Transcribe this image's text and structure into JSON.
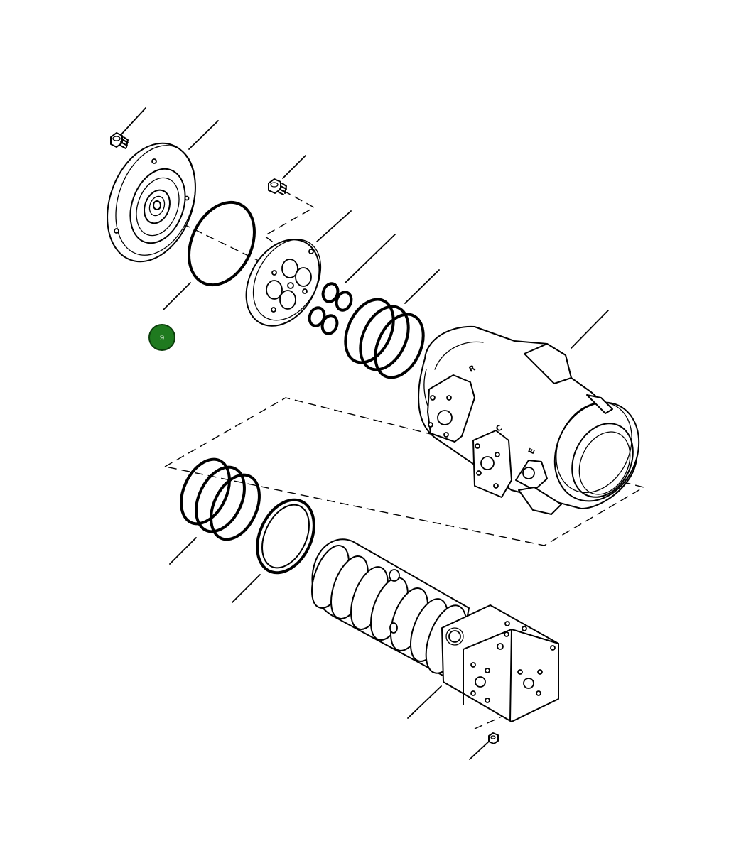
{
  "diagram": {
    "callout": {
      "label": "9",
      "color": "#1f7a1f",
      "border": "#0b3d0b"
    },
    "port_labels": {
      "r": "R",
      "c": "C",
      "e": "E"
    },
    "line_color": "#000000",
    "background": "#ffffff"
  }
}
